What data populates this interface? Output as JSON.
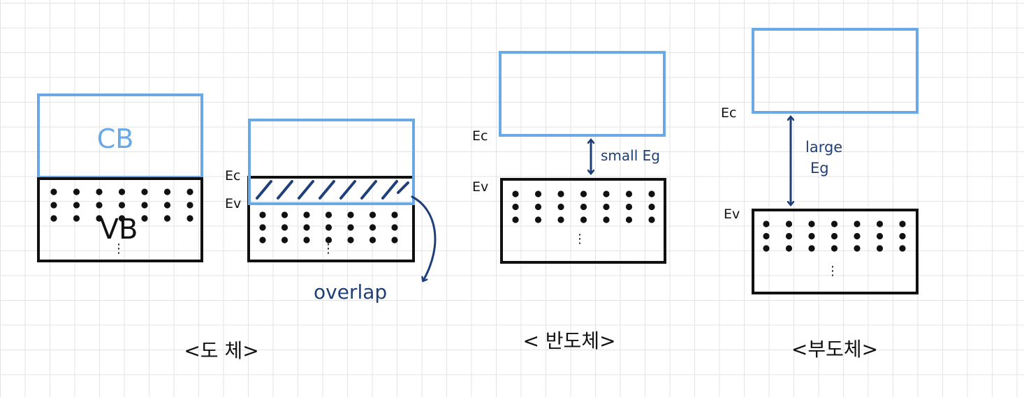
{
  "conductor_a": {
    "cb_label": "CB",
    "vb_label": "VB",
    "ellipsis": "⋮"
  },
  "conductor_b": {
    "ec_label": "Ec",
    "ev_label": "Ev",
    "overlap_label": "overlap",
    "ellipsis": "⋮"
  },
  "conductor_caption": "<도 체>",
  "semiconductor": {
    "ec_label": "Ec",
    "ev_label": "Ev",
    "gap_label": "small Eg",
    "ellipsis": "⋮",
    "caption": "< 반도체>"
  },
  "insulator": {
    "ec_label": "Ec",
    "ev_label": "Ev",
    "gap_label_line1": "large",
    "gap_label_line2": "Eg",
    "ellipsis": "⋮",
    "caption": "<부도체>"
  },
  "colors": {
    "conduction_band": "#6aa8e6",
    "valence_band": "#111111",
    "annotation": "#1f3f78"
  }
}
